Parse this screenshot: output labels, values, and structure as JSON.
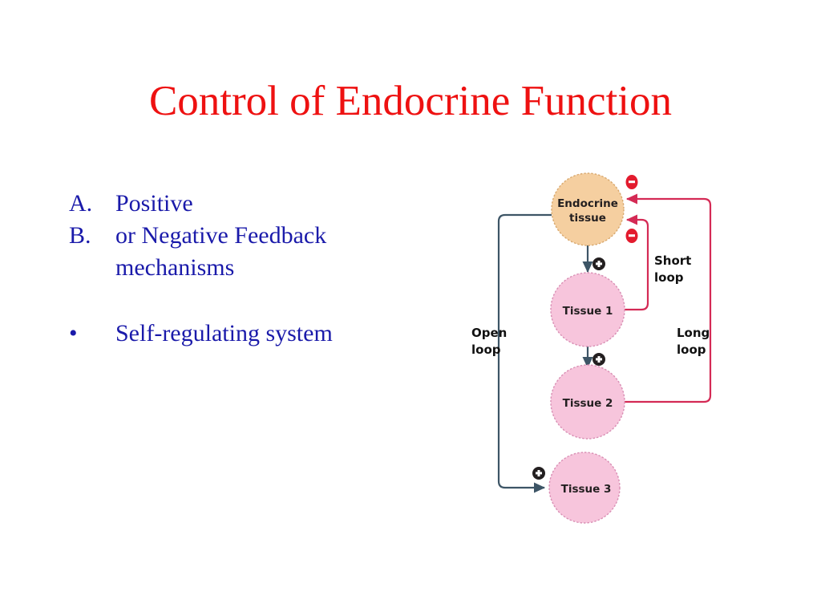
{
  "slide": {
    "title": "Control of Endocrine Function",
    "title_color": "#ee1111",
    "body_color": "#1a1aaa",
    "background": "#ffffff"
  },
  "content_list": {
    "items": [
      {
        "marker": "A.",
        "text": "Positive"
      },
      {
        "marker": "B.",
        "text": "or Negative Feedback mechanisms"
      },
      {
        "marker": "•",
        "text": "Self-regulating system"
      }
    ]
  },
  "diagram": {
    "type": "flow-diagram",
    "nodes": [
      {
        "id": "endocrine",
        "label_line1": "Endocrine",
        "label_line2": "tissue",
        "fill": "#f5cfa0",
        "shape": "circle"
      },
      {
        "id": "tissue1",
        "label_line1": "Tissue 1",
        "label_line2": "",
        "fill": "#f7c5dc",
        "shape": "circle"
      },
      {
        "id": "tissue2",
        "label_line1": "Tissue 2",
        "label_line2": "",
        "fill": "#f7c5dc",
        "shape": "circle"
      },
      {
        "id": "tissue3",
        "label_line1": "Tissue 3",
        "label_line2": "",
        "fill": "#f7c5dc",
        "shape": "circle"
      }
    ],
    "loop_labels": [
      {
        "id": "open-loop",
        "line1": "Open",
        "line2": "loop"
      },
      {
        "id": "short-loop",
        "line1": "Short",
        "line2": "loop"
      },
      {
        "id": "long-loop",
        "line1": "Long",
        "line2": "loop"
      }
    ],
    "signs": [
      {
        "id": "minus-top",
        "symbol": "−",
        "kind": "negative",
        "color": "#e31b2e"
      },
      {
        "id": "minus-lower",
        "symbol": "−",
        "kind": "negative",
        "color": "#e31b2e"
      },
      {
        "id": "plus-endocrine-tissue1",
        "symbol": "+",
        "kind": "positive",
        "color": "#231f20"
      },
      {
        "id": "plus-tissue1-tissue2",
        "symbol": "+",
        "kind": "positive",
        "color": "#231f20"
      },
      {
        "id": "plus-open-tissue3",
        "symbol": "+",
        "kind": "positive",
        "color": "#231f20"
      }
    ],
    "colors": {
      "stimulatory_arrow": "#3d5566",
      "inhibitory_arrow": "#d42a55",
      "endocrine_fill": "#f5cfa0",
      "tissue_fill": "#f7c5dc"
    }
  }
}
